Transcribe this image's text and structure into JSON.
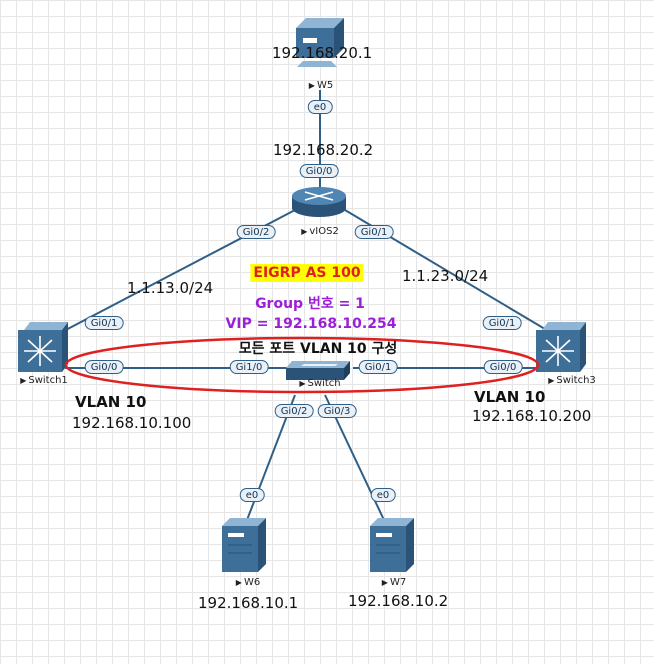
{
  "devices": {
    "w5": {
      "name": "W5",
      "ip": "192.168.20.1",
      "port": "e0"
    },
    "vios2": {
      "name": "vIOS2",
      "ip": "192.168.20.2",
      "ports": {
        "gi00": "Gi0/0",
        "gi02": "Gi0/2",
        "gi01": "Gi0/1"
      }
    },
    "switch1": {
      "name": "Switch1",
      "vlan": "VLAN 10",
      "ip": "192.168.10.100",
      "ports": {
        "gi01": "Gi0/1",
        "gi00": "Gi0/0"
      }
    },
    "switch3": {
      "name": "Switch3",
      "vlan": "VLAN 10",
      "ip": "192.168.10.200",
      "ports": {
        "gi01": "Gi0/1",
        "gi00": "Gi0/0"
      }
    },
    "switch": {
      "name": "Switch",
      "ports": {
        "gi10": "Gi1/0",
        "gi01": "Gi0/1",
        "gi02": "Gi0/2",
        "gi03": "Gi0/3"
      }
    },
    "w6": {
      "name": "W6",
      "ip": "192.168.10.1",
      "port": "e0"
    },
    "w7": {
      "name": "W7",
      "ip": "192.168.10.2",
      "port": "e0"
    }
  },
  "links": {
    "left_subnet": "1.1.13.0/24",
    "right_subnet": "1.1.23.0/24"
  },
  "notes": {
    "eigrp": "EIGRP AS 100",
    "group": "Group 번호 = 1",
    "vip": "VIP = 192.168.10.254",
    "vlan_all": "모든 포트 VLAN 10 구성"
  },
  "colors": {
    "link": "#2f5f86",
    "highlight_ellipse": "#e02020",
    "eigrp_bg": "#ffff00",
    "eigrp_text": "#e02020",
    "purple": "#9b1fd6"
  }
}
